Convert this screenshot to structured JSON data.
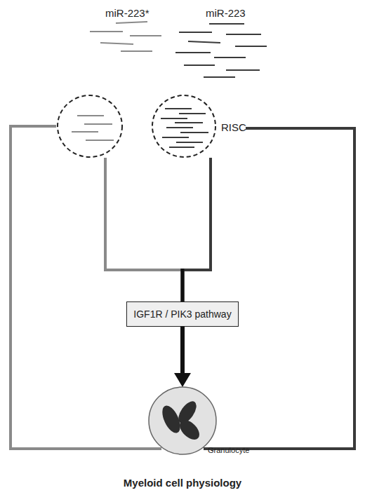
{
  "diagram": {
    "nodes": [
      {
        "text": [
          "miR-223*"
        ]
      },
      {
        "text": [
          "miR-223",
          "RISC"
        ]
      },
      {
        "text": [
          "IGF1R / PIK3 pathway"
        ]
      },
      {
        "text": [
          "Granulocyte"
        ]
      }
    ],
    "edges": [
      {
        "from": 0,
        "to": 2,
        "arrow": "none"
      },
      {
        "from": 1,
        "to": 2,
        "arrow": "none"
      },
      {
        "from": 2,
        "to": 3,
        "arrow": "to"
      },
      {
        "from": 0,
        "to": 3,
        "arrow": "none"
      },
      {
        "from": 1,
        "to": 3,
        "arrow": "none"
      }
    ],
    "labels": [
      "Myeloid cell physiology"
    ]
  }
}
